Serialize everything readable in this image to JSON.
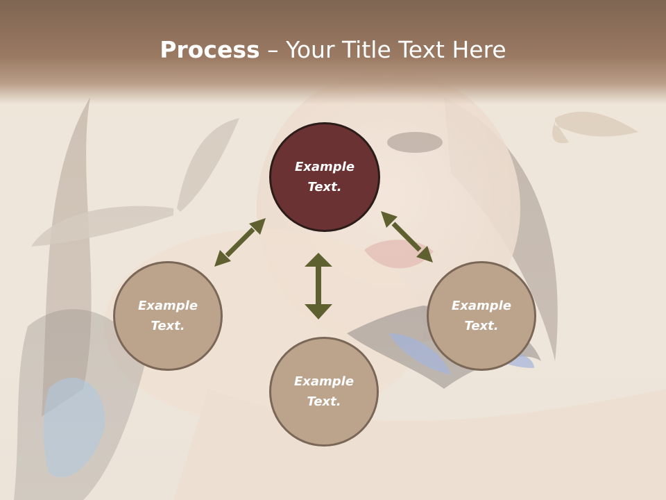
{
  "slide": {
    "title_bold": "Process",
    "title_rest": " – Your Title Text Here"
  },
  "nodes": [
    {
      "id": "top",
      "label": "Example Text."
    },
    {
      "id": "left",
      "label": "Example Text."
    },
    {
      "id": "bottom",
      "label": "Example Text."
    },
    {
      "id": "right",
      "label": "Example Text."
    }
  ],
  "colors": {
    "primary_node": "#6a3233",
    "secondary_node": "#bca38c",
    "arrow": "#5e6030",
    "header": "#8c6e5a"
  },
  "arrow_count": 3
}
